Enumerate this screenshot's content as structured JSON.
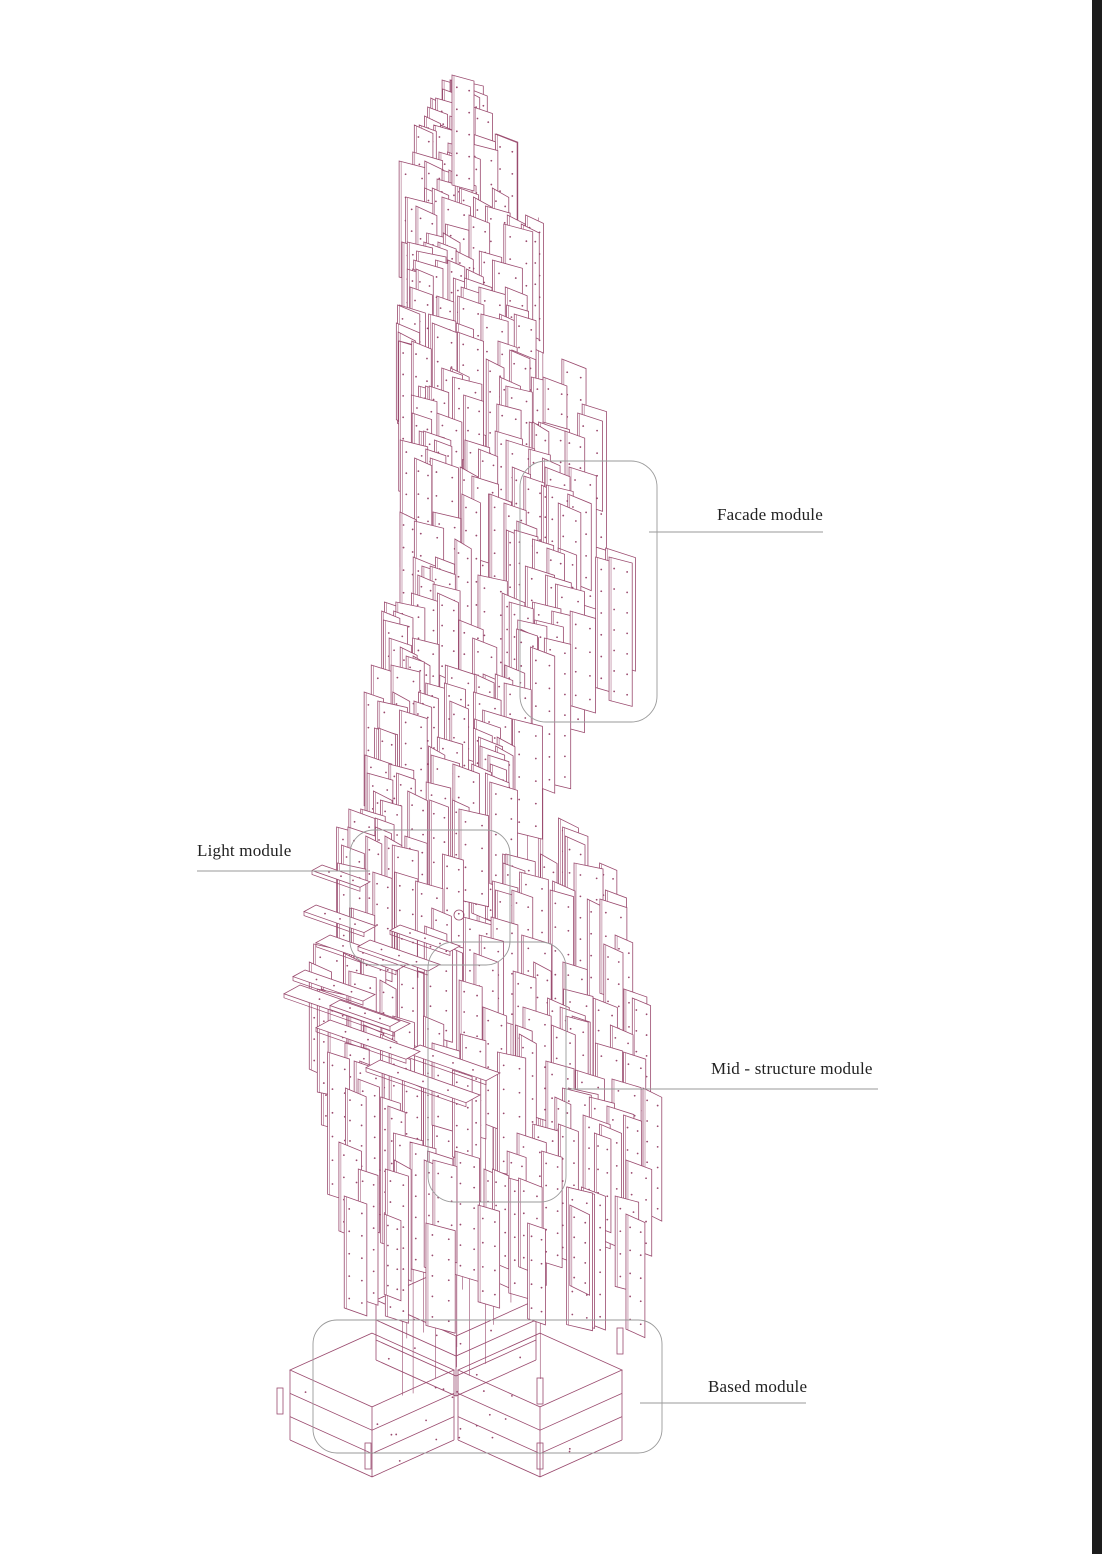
{
  "diagram": {
    "colors": {
      "panel_stroke": "#9a4a6e",
      "panel_fill": "#ffffff",
      "callout_stroke": "#9a9a9a",
      "label_text": "#222222"
    },
    "callouts": {
      "facade": {
        "label": "Facade module"
      },
      "light": {
        "label": "Light module"
      },
      "mid": {
        "label": "Mid - structure module"
      },
      "based": {
        "label": "Based module"
      }
    }
  }
}
